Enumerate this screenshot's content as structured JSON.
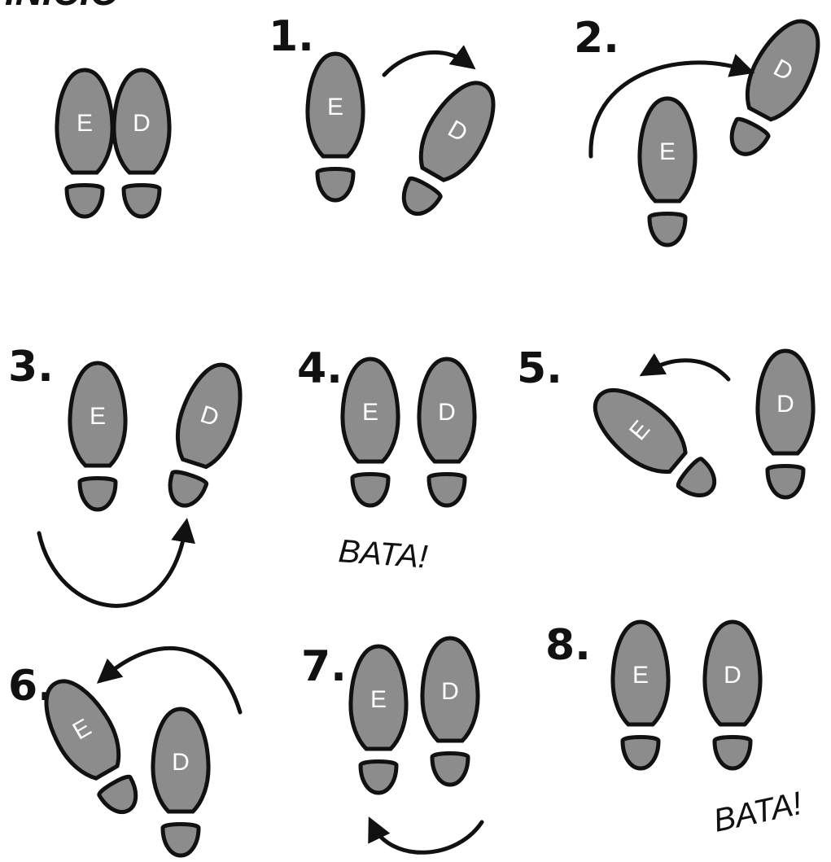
{
  "title": "INÍCIO",
  "colors": {
    "sole_fill": "#8c8c8c",
    "outline": "#111111",
    "letter": "#ffffff"
  },
  "feet_letters": {
    "left": "E",
    "right": "D"
  },
  "steps": [
    {
      "label": "1.",
      "arrow": "curved-arrow-right-icon"
    },
    {
      "label": "2.",
      "arrow": "curved-arrow-right-icon"
    },
    {
      "label": "3.",
      "arrow": "curved-arrow-up-icon"
    },
    {
      "label": "4.",
      "note": "BATA!"
    },
    {
      "label": "5.",
      "arrow": "curved-arrow-left-icon"
    },
    {
      "label": "6.",
      "arrow": "curved-arrow-left-icon"
    },
    {
      "label": "7.",
      "arrow": "curved-arrow-up-icon"
    },
    {
      "label": "8.",
      "note": "BATA!"
    }
  ]
}
